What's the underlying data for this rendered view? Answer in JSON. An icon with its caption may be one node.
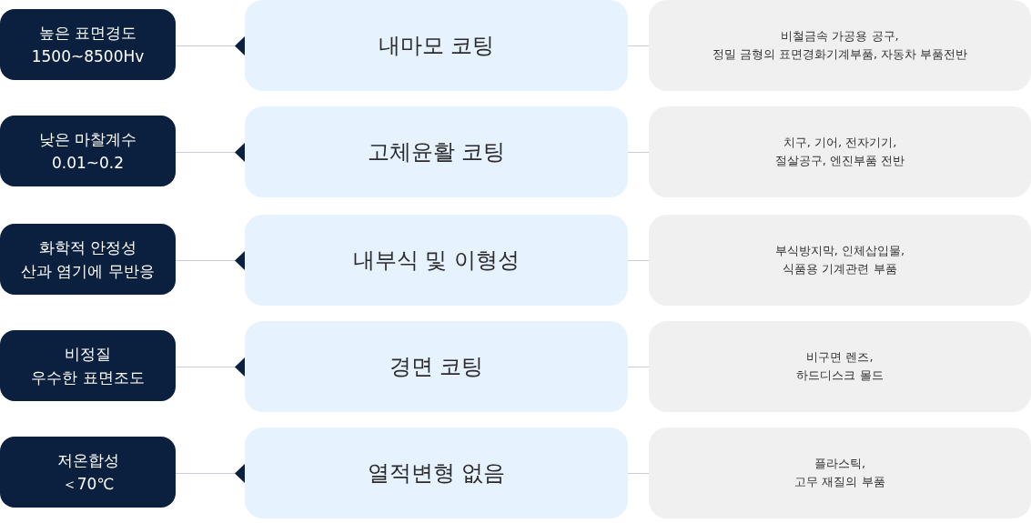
{
  "diagram": {
    "nodes": [
      {
        "text": [
          "높은 표면경도",
          "1500~8500Hv"
        ]
      },
      {
        "text": [
          "내마모 코팅"
        ]
      },
      {
        "text": [
          "비철금속 가공용 공구, 정밀 금형의 표면경화기계부품, 자동차 부품전반"
        ]
      },
      {
        "text": [
          "낮은 마찰계수",
          "0.01~0.2"
        ]
      },
      {
        "text": [
          "고체윤활 코팅"
        ]
      },
      {
        "text": [
          "치구, 기어, 전자기기, 절살공구, 엔진부품 전반"
        ]
      },
      {
        "text": [
          "화학적 안정성",
          "산과 염기에 무반응"
        ]
      },
      {
        "text": [
          "내부식 및 이형성"
        ]
      },
      {
        "text": [
          "부식방지막, 인체삽입물, 식품용 기계관련 부품"
        ]
      },
      {
        "text": [
          "비정질",
          "우수한 표면조도"
        ]
      },
      {
        "text": [
          "경면 코팅"
        ]
      },
      {
        "text": [
          "비구면 렌즈, 하드디스크 몰드"
        ]
      },
      {
        "text": [
          "저온합성",
          "＜70℃"
        ]
      },
      {
        "text": [
          "열적변형 없음"
        ]
      },
      {
        "text": [
          "플라스틱, 고무 재질의 부품"
        ]
      }
    ],
    "edges": [
      {
        "from": 0,
        "to": 1,
        "arrow": "other"
      },
      {
        "from": 1,
        "to": 2,
        "arrow": "none"
      },
      {
        "from": 3,
        "to": 4,
        "arrow": "other"
      },
      {
        "from": 4,
        "to": 5,
        "arrow": "none"
      },
      {
        "from": 6,
        "to": 7,
        "arrow": "other"
      },
      {
        "from": 7,
        "to": 8,
        "arrow": "none"
      },
      {
        "from": 9,
        "to": 10,
        "arrow": "other"
      },
      {
        "from": 10,
        "to": 11,
        "arrow": "none"
      },
      {
        "from": 12,
        "to": 13,
        "arrow": "other"
      },
      {
        "from": 13,
        "to": 14,
        "arrow": "none"
      }
    ]
  }
}
